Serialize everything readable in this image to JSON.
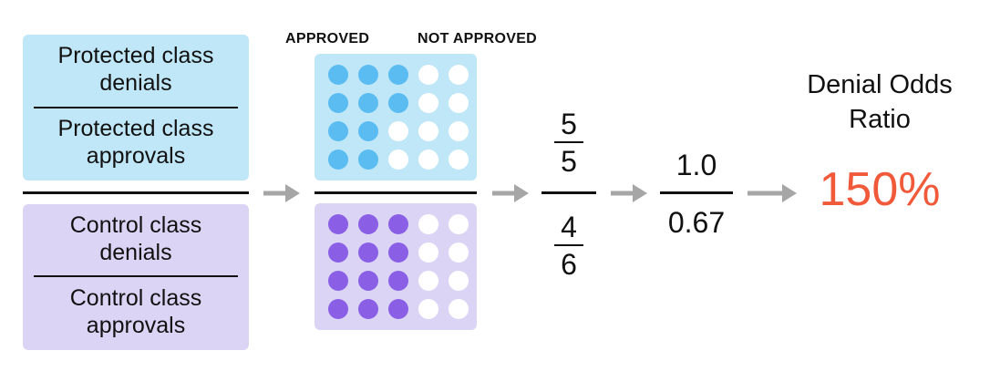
{
  "left_formula": {
    "protected_denials": "Protected class\ndenials",
    "protected_approvals": "Protected class\napprovals",
    "control_denials": "Control class\ndenials",
    "control_approvals": "Control class\napprovals"
  },
  "grid_headers": {
    "approved": "APPROVED",
    "not_approved": "NOT APPROVED"
  },
  "dot_grids": {
    "protected": {
      "filled_color": "#5bbcf2",
      "rows": [
        [
          1,
          1,
          1,
          0,
          0
        ],
        [
          1,
          1,
          1,
          0,
          0
        ],
        [
          1,
          1,
          0,
          0,
          0
        ],
        [
          1,
          1,
          0,
          0,
          0
        ]
      ]
    },
    "control": {
      "filled_color": "#8a5fe6",
      "rows": [
        [
          1,
          1,
          1,
          0,
          0
        ],
        [
          1,
          1,
          1,
          0,
          0
        ],
        [
          1,
          1,
          1,
          0,
          0
        ],
        [
          1,
          1,
          1,
          0,
          0
        ]
      ]
    }
  },
  "fraction_step": {
    "top_num": "5",
    "top_den": "5",
    "bottom_num": "4",
    "bottom_den": "6"
  },
  "decimal_step": {
    "top": "1.0",
    "bottom": "0.67"
  },
  "result": {
    "label": "Denial Odds\nRatio",
    "value": "150%",
    "value_color": "#f05a3a"
  },
  "colors": {
    "protected_bg": "#bfe7f8",
    "control_bg": "#dcd4f5",
    "arrow": "#a6a6a6"
  }
}
